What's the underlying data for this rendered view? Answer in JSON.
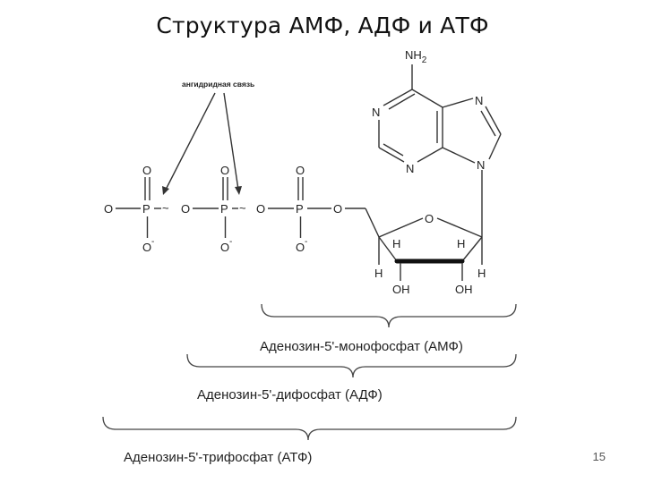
{
  "slide": {
    "title": "Структура АМФ, АДФ и АТФ",
    "page_number": "15"
  },
  "annotation": {
    "label": "ангидридная связь"
  },
  "atoms": {
    "O": "O",
    "P": "P",
    "N": "N",
    "H": "H",
    "OH": "OH",
    "NH": "NH",
    "sub_2": "2",
    "tilde": "~",
    "O_minus": "O",
    "minus": "-"
  },
  "captions": {
    "amp": "Аденозин-5'-монофосфат (АМФ)",
    "adp": "Аденозин-5'-дифосфат (АДФ)",
    "atp": "Аденозин-5'-трифосфат (АТФ)"
  }
}
